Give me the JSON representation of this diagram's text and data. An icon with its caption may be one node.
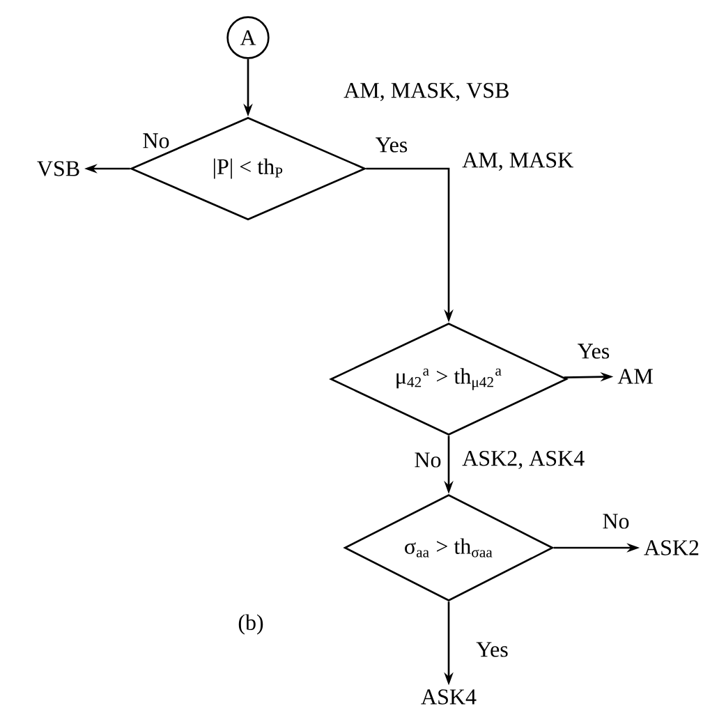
{
  "diagram": {
    "nodes": [
      {
        "text": [
          "A"
        ]
      },
      {
        "text": [
          "|P| < th$_{P}$"
        ]
      },
      {
        "text": [
          "VSB"
        ]
      },
      {
        "text": [
          "μ$_{42}$$^{a}$ > th$_{μ42}$$^{a}$"
        ]
      },
      {
        "text": [
          "AM"
        ]
      },
      {
        "text": [
          "σ$_{aa}$ > th$_{σaa}$"
        ]
      },
      {
        "text": [
          "ASK2"
        ]
      },
      {
        "text": [
          "ASK4"
        ]
      }
    ],
    "edges": [
      {
        "from": 0,
        "to": 1,
        "arrow": "to",
        "label": "AM, MASK, VSB"
      },
      {
        "from": 1,
        "to": 2,
        "arrow": "to",
        "label": "No"
      },
      {
        "from": 1,
        "to": 3,
        "arrow": "to",
        "label": "Yes"
      },
      {
        "from": 3,
        "to": 4,
        "arrow": "to",
        "label": "Yes"
      },
      {
        "from": 3,
        "to": 5,
        "arrow": "to",
        "label": "No"
      },
      {
        "from": 5,
        "to": 6,
        "arrow": "to",
        "label": "No"
      },
      {
        "from": 5,
        "to": 7,
        "arrow": "to",
        "label": "Yes"
      }
    ],
    "labels": [
      "AM, MASK",
      "ASK2, ASK4",
      "(b)"
    ]
  }
}
